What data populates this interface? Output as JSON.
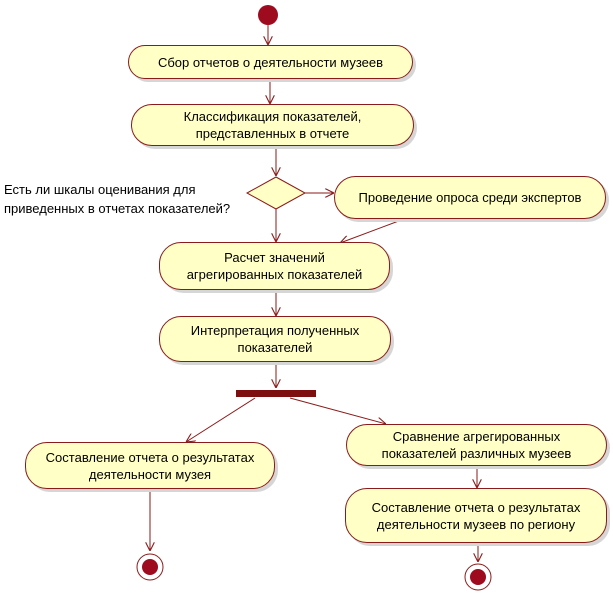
{
  "activities": {
    "collect": "Сбор отчетов о  деятельности музеев",
    "classify": "Классификация показателей,\nпредставленных в отчете",
    "survey": "Проведение опроса среди экспертов",
    "calc": "Расчет значений\nагрегированных показателей",
    "interpret": "Интерпретация полученных\nпоказателей",
    "report_museum": "Составление отчета о результатах\nдеятельности музея",
    "compare": "Сравнение агрегированных\nпоказателей различных музеев",
    "report_region": "Составление отчета о  результатах\nдеятельности музеев по региону"
  },
  "decision": {
    "question": "Есть ли шкалы оценивания для\nприведенных в отчетах показателей?"
  },
  "colors": {
    "line": "#8b1a1a",
    "node_fill": "#ffffc6",
    "initial_fill": "#9e0a1e",
    "fork_bar": "#7d0f10"
  }
}
